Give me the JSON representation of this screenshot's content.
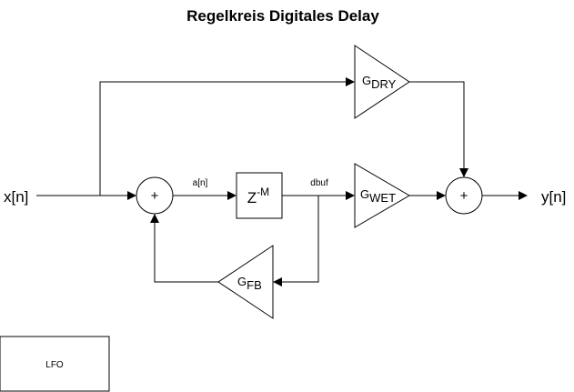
{
  "title": "Regelkreis Digitales Delay",
  "input_label": "x[n]",
  "output_label": "y[n]",
  "signal_a": "a[n]",
  "signal_dbuf": "dbuf",
  "adder_symbol": "+",
  "delay": {
    "base": "Z",
    "exponent": "-M"
  },
  "gains": {
    "dry": {
      "base": "G",
      "sub": "DRY"
    },
    "wet": {
      "base": "G",
      "sub": "WET"
    },
    "fb": {
      "base": "G",
      "sub": "FB"
    }
  },
  "lfo_label": "LFO"
}
